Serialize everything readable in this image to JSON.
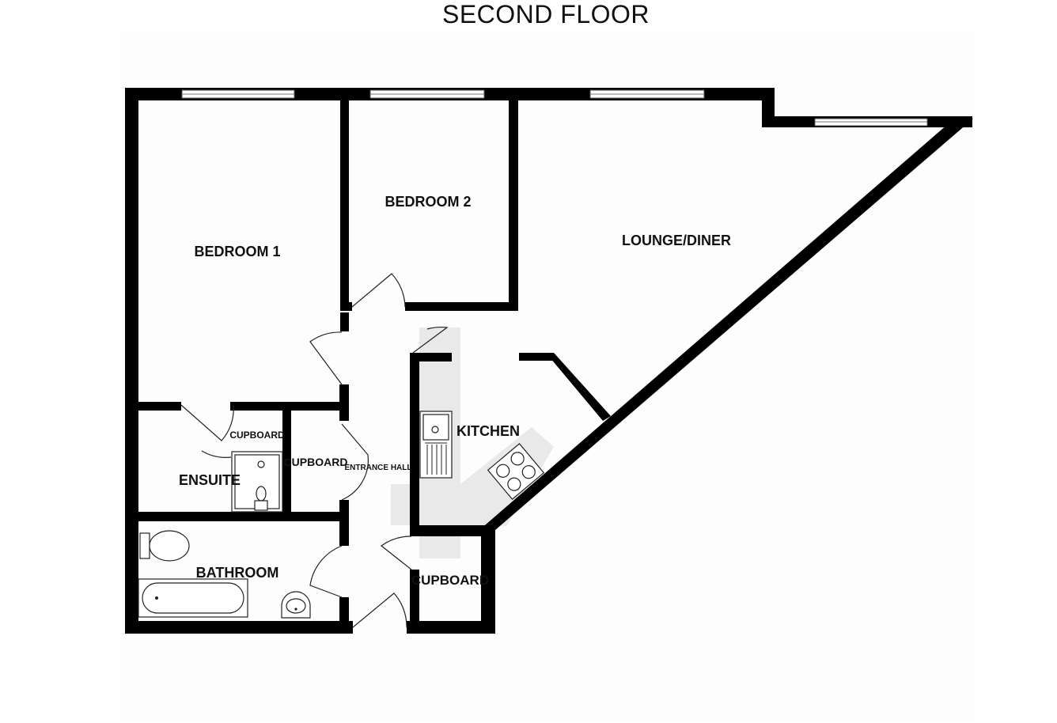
{
  "floor_title": "SECOND FLOOR",
  "rooms": {
    "bedroom_1": "BEDROOM 1",
    "bedroom_2": "BEDROOM 2",
    "lounge_diner": "LOUNGE/DINER",
    "kitchen": "KITCHEN",
    "ensuite": "ENSUITE",
    "cupboard_ensuite": "CUPBOARD",
    "cupboard_hall": "CUPBOARD",
    "entrance_hall": "ENTRANCE HALL",
    "bathroom": "BATHROOM",
    "cupboard_lower": "CUPBOARD"
  },
  "colors": {
    "wall": "#000000",
    "background": "#ffffff",
    "counter_shade": "#e9e9e9"
  }
}
